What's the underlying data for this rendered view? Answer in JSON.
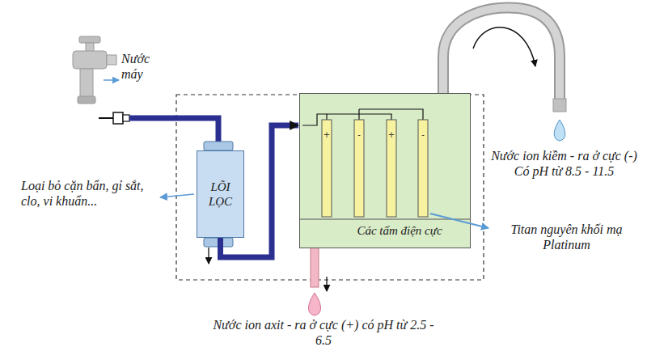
{
  "diagram": {
    "nodes": [
      {
        "text": [
          "LÕI LỌC"
        ]
      },
      {
        "text": [
          "Các tấm điện cực"
        ]
      }
    ],
    "edges": [
      {
        "from": 0,
        "to": 1,
        "arrow": "to"
      }
    ],
    "labels": [
      "Nước máy",
      "Loại bỏ cặn bẩn, gỉ sắt, clo, vi khuẩn...",
      "Nước ion kiềm - ra ở cực (-) Có pH từ 8.5 - 11.5",
      "Titan nguyên khối mạ Platinum",
      "Nước ion axit - ra ở cực (+) có pH từ 2.5 - 6.5",
      "+",
      "-",
      "+",
      "-"
    ]
  }
}
